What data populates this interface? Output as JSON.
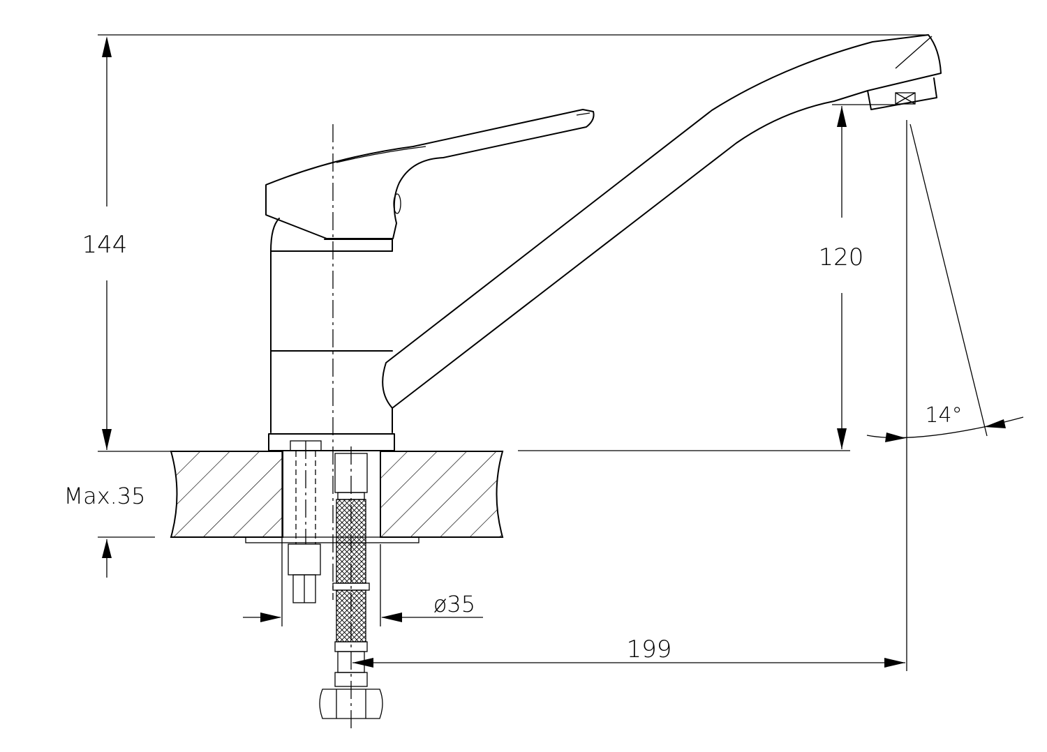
{
  "dimensions": {
    "overall_height": "144",
    "spout_height": "120",
    "max_counter_thickness": "Max.35",
    "hole_diameter": "ø35",
    "spout_reach": "199",
    "spout_angle": "14°"
  }
}
